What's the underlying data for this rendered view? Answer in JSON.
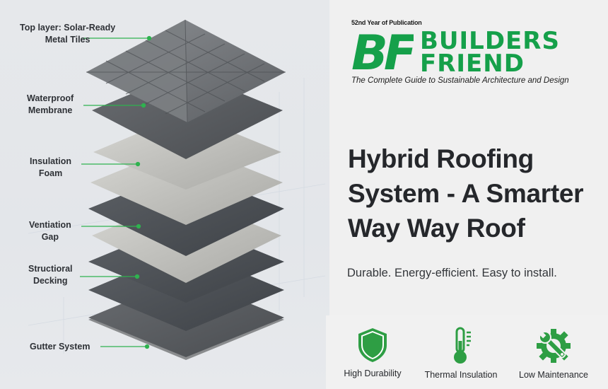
{
  "diagram": {
    "layers": [
      {
        "label": "Top layer: Solar-Ready\nMetal Tiles",
        "line1": "Top layer: Solar-Ready",
        "line2": "Metal Tiles"
      },
      {
        "line1": "Waterproof",
        "line2": "Membrane"
      },
      {
        "line1": "Insulation",
        "line2": "Foam"
      },
      {
        "line1": "Ventiation",
        "line2": "Gap"
      },
      {
        "line1": "Structioral",
        "line2": "Decking"
      },
      {
        "line1": "Gutter System"
      }
    ],
    "accent_color": "#2fb24f"
  },
  "masthead": {
    "year_note": "52nd Year of Publication",
    "logo_letters": "BF",
    "brand_line1": "BUILDERS",
    "brand_line2": "FRIEND",
    "tagline": "The Complete Guide to Sustainable Architecture and Design",
    "brand_color": "#15a04a"
  },
  "article": {
    "headline_line1": "Hybrid Roofing",
    "headline_line2": "System - A Smarter",
    "headline_line3": "Way Way Roof",
    "subtitle": "Durable. Energy-efficient. Easy to install."
  },
  "features": [
    {
      "icon": "shield-icon",
      "label": "High Durability"
    },
    {
      "icon": "thermometer-icon",
      "label": "Thermal Insulation"
    },
    {
      "icon": "gear-wrench-icon",
      "label": "Low Maintenance"
    }
  ],
  "icon_color": "#2e9e44"
}
